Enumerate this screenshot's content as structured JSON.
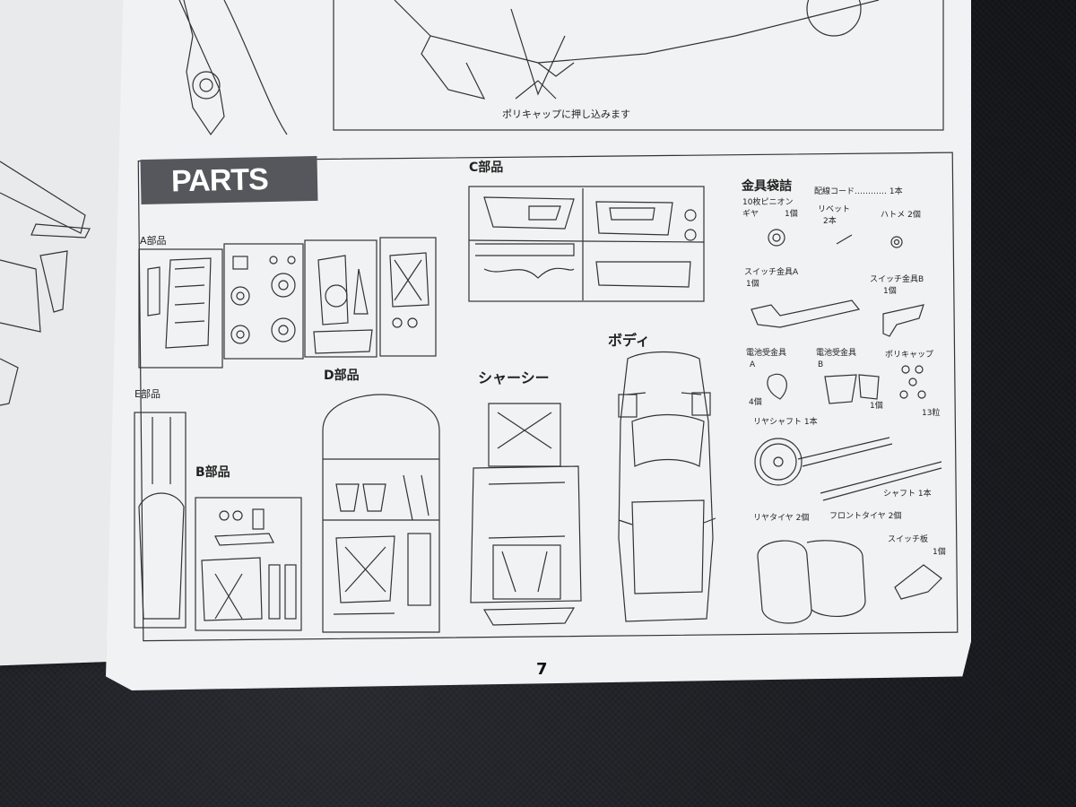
{
  "page": {
    "caption_top": "ポリキャップに押し込みます",
    "parts_banner": "PARTS",
    "page_number": "7"
  },
  "sprues": {
    "a": "A部品",
    "b": "B部品",
    "c": "C部品",
    "d": "D部品",
    "e": "E部品",
    "chassis": "シャーシー",
    "body": "ボディ"
  },
  "hardware": {
    "title": "金具袋詰",
    "wiring_cord": "配線コード………… 1本",
    "pinion_name": "10枚ピニオン",
    "pinion_sub": "ギヤ",
    "pinion_qty": "1個",
    "rivet": "リベット",
    "rivet_qty": "2本",
    "eyelet": "ハトメ 2個",
    "switch_a": "スイッチ金具A",
    "switch_a_qty": "1個",
    "switch_b": "スイッチ金具B",
    "switch_b_qty": "1個",
    "battery_a": "電池受金具",
    "battery_a_sub": "A",
    "battery_a_qty": "4個",
    "battery_b": "電池受金具",
    "battery_b_sub": "B",
    "battery_b_qty": "1個",
    "polycap": "ポリキャップ",
    "polycap_qty": "13粒",
    "rear_shaft": "リヤシャフト  1本",
    "shaft": "シャフト  1本",
    "rear_tire": "リヤタイヤ  2個",
    "front_tire": "フロントタイヤ  2個",
    "switch_plate": "スイッチ板",
    "switch_plate_qty": "1個"
  }
}
